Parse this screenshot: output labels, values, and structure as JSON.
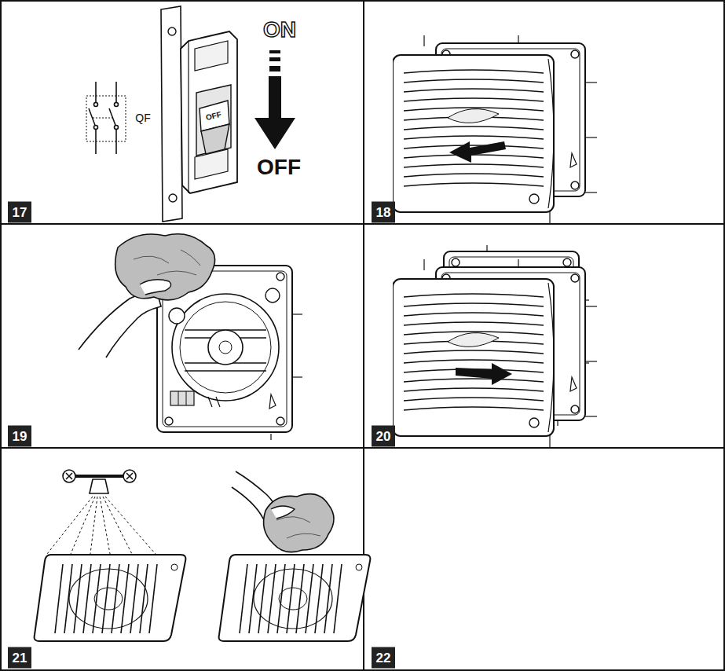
{
  "diagram": {
    "labels": [
      "QF",
      "OFF",
      "ON",
      "OFF",
      "17",
      "18",
      "19",
      "20",
      "21",
      "22"
    ]
  }
}
